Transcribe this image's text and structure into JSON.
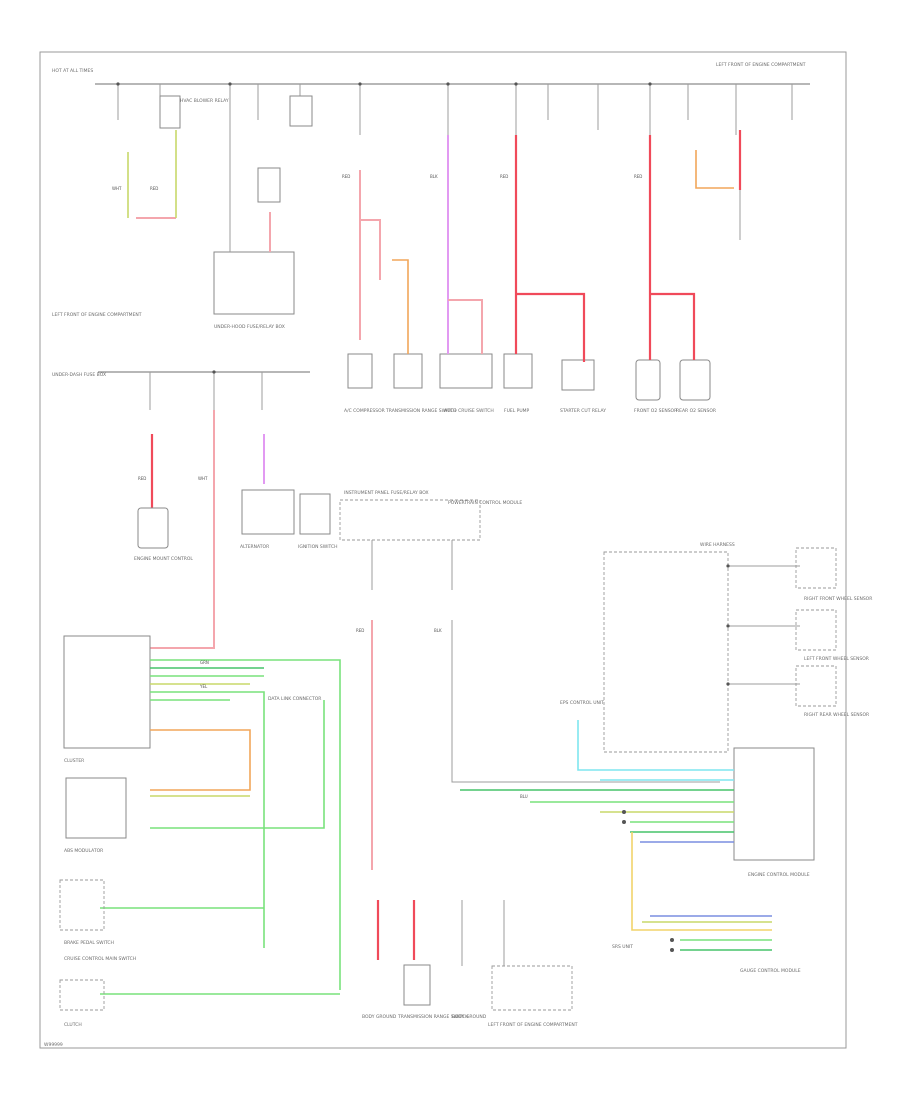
{
  "diagram": {
    "footer_code": "W99999",
    "labels": {
      "top_left_power": "HOT AT ALL TIMES",
      "top_right_title": "LEFT FRONT OF ENGINE COMPARTMENT",
      "relay_hvac": "HVAC BLOWER RELAY",
      "ground_left": "LEFT FRONT OF ENGINE COMPARTMENT",
      "under_hood_fuse": "UNDER-HOOD FUSE/RELAY BOX",
      "instrument_panel_fuse": "INSTRUMENT PANEL FUSE/RELAY BOX",
      "mid_left_block": "UNDER-DASH FUSE BOX",
      "c1": "A/C COMPRESSOR",
      "c2": "TRANSMISSION RANGE SWITCH",
      "c3": "AUTO CRUISE SWITCH",
      "c4": "FUEL PUMP",
      "c5": "STARTER CUT RELAY",
      "c6": "FRONT O2 SENSOR",
      "c7": "REAR O2 SENSOR",
      "c8": "ENGINE MOUNT CONTROL",
      "c9": "ALTERNATOR",
      "c10": "IGNITION SWITCH",
      "pcm": "POWERTRAIN CONTROL MODULE",
      "gauge": "GAUGE CONTROL MODULE",
      "srs": "SRS UNIT",
      "data_link": "DATA LINK CONNECTOR",
      "cluster": "CLUSTER",
      "abs": "ABS MODULATOR",
      "eps": "EPS CONTROL UNIT",
      "bottom1": "BODY GROUND",
      "bottom2": "TRANSMISSION RANGE SWITCH",
      "bottom3": "BODY GROUND",
      "bottom4": "LEFT FRONT OF ENGINE COMPARTMENT",
      "right_ecu": "ENGINE CONTROL MODULE",
      "right_wire": "WIRE HARNESS",
      "right_sensor1": "RIGHT FRONT WHEEL SENSOR",
      "right_sensor2": "LEFT FRONT WHEEL SENSOR",
      "right_sensor3": "RIGHT REAR WHEEL SENSOR",
      "bottom_left1": "BRAKE PEDAL SWITCH",
      "bottom_left2": "CRUISE CONTROL MAIN SWITCH",
      "bottom_left3": "CLUTCH"
    },
    "wires": {
      "w_red": "RED",
      "w_wht": "WHT",
      "w_grn": "GRN",
      "w_blk": "BLK",
      "w_blu": "BLU",
      "w_yel": "YEL"
    }
  }
}
